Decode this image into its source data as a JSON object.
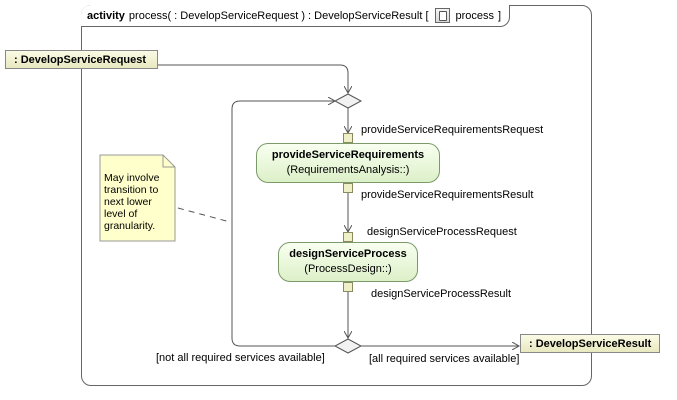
{
  "frame": {
    "keyword": "activity",
    "signature": "process(  : DevelopServiceRequest ) : DevelopServiceResult [",
    "behavior_name": "process",
    "close_bracket": "]"
  },
  "input_parameter": ": DevelopServiceRequest",
  "output_parameter": ": DevelopServiceResult",
  "actions": [
    {
      "name": "provideServiceRequirements",
      "owner": "(RequirementsAnalysis::)"
    },
    {
      "name": "designServiceProcess",
      "owner": "(ProcessDesign::)"
    }
  ],
  "pins": {
    "provide_in": "provideServiceRequirementsRequest",
    "provide_out": "provideServiceRequirementsResult",
    "design_in": "designServiceProcessRequest",
    "design_out": "designServiceProcessResult"
  },
  "guards": {
    "not_all": "[not all required services available]",
    "all": "[all required services available]"
  },
  "note": "May involve transition to next lower level of granularity.",
  "colors": {
    "action_fill": "#ddf0c8",
    "parameter_fill": "#e8e8c0",
    "note_fill": "#ffffcc",
    "line": "#555555"
  }
}
